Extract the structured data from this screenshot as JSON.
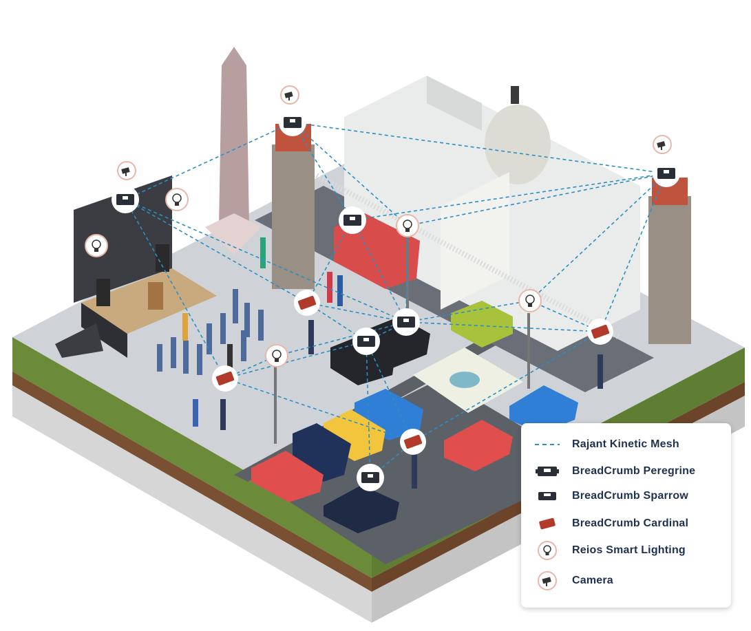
{
  "legend": {
    "items": [
      {
        "label": "Rajant Kinetic Mesh",
        "icon": "dashed-line-icon"
      },
      {
        "label": "BreadCrumb Peregrine",
        "icon": "peregrine-radio-icon"
      },
      {
        "label": "BreadCrumb Sparrow",
        "icon": "sparrow-radio-icon"
      },
      {
        "label": "BreadCrumb Cardinal",
        "icon": "cardinal-radio-icon"
      },
      {
        "label": "Reios Smart Lighting",
        "icon": "lightbulb-icon"
      },
      {
        "label": "Camera",
        "icon": "camera-icon"
      }
    ]
  },
  "colors": {
    "mesh": "#2b8fc4",
    "legend_text": "#1f3050",
    "cardinal": "#b23a2a",
    "peregrine": "#2a2e36",
    "grass": "#6b8a3a",
    "soil": "#7a5032",
    "ground": "#cfd3d8",
    "road": "#5c6168"
  }
}
